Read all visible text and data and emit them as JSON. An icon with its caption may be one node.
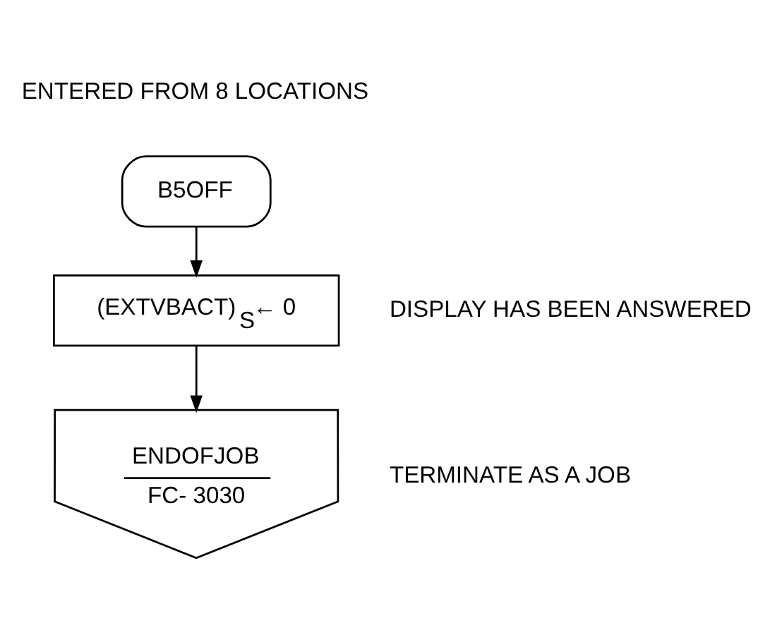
{
  "diagram": {
    "nodes": [
      {
        "text": [
          "B5OFF"
        ]
      },
      {
        "text": [
          "(EXTVBACT)$_{S}$← 0"
        ]
      },
      {
        "text": [
          "ENDOFJOB",
          "FC- 3030"
        ]
      }
    ],
    "edges": [
      {
        "from": 0,
        "to": 1,
        "arrow": "to"
      },
      {
        "from": 1,
        "to": 2,
        "arrow": "to"
      }
    ],
    "labels": [
      "ENTERED FROM 8 LOCATIONS",
      "DISPLAY HAS BEEN ANSWERED",
      "TERMINATE AS A JOB"
    ]
  }
}
